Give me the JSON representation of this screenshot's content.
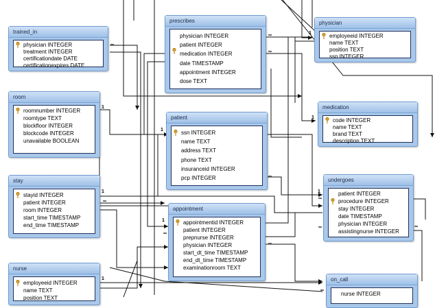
{
  "tables": {
    "trained_in": {
      "title": "trained_in",
      "fields": [
        "physician INTEGER",
        "treatment INTEGER",
        "certificationdate DATE",
        "certificationexpires DATE"
      ]
    },
    "room": {
      "title": "room",
      "fields": [
        "roomnumber INTEGER",
        "roomtype TEXT",
        "blockfloor INTEGER",
        "blockcode INTEGER",
        "unavailable BOOLEAN"
      ]
    },
    "stay": {
      "title": "stay",
      "fields": [
        "stayid INTEGER",
        "patient INTEGER",
        "room INTEGER",
        "start_time TIMESTAMP",
        "end_time TIMESTAMP"
      ]
    },
    "nurse": {
      "title": "nurse",
      "fields": [
        "employeeid INTEGER",
        "name TEXT",
        "position TEXT"
      ]
    },
    "prescribes": {
      "title": "prescribes",
      "fields": [
        "physician INTEGER",
        "patient INTEGER",
        "medication INTEGER",
        "date TIMESTAMP",
        "appointment INTEGER",
        "dose TEXT"
      ]
    },
    "patient": {
      "title": "patient",
      "fields": [
        "ssn INTEGER",
        "name TEXT",
        "address TEXT",
        "phone TEXT",
        "insuranceid INTEGER",
        "pcp INTEGER"
      ]
    },
    "appointment": {
      "title": "appointment",
      "fields": [
        "appointmentid INTEGER",
        "patient INTEGER",
        "prepnurse INTEGER",
        "physician INTEGER",
        "start_dt_time TIMESTAMP",
        "end_dt_time TIMESTAMP",
        "examinationroom TEXT"
      ]
    },
    "physician": {
      "title": "physician",
      "fields": [
        "employeeid INTEGER",
        "name TEXT",
        "position TEXT",
        "ssn INTEGER"
      ]
    },
    "medication": {
      "title": "medication",
      "fields": [
        "code INTEGER",
        "name TEXT",
        "brand TEXT",
        "description TEXT"
      ]
    },
    "undergoes": {
      "title": "undergoes",
      "fields": [
        "patient INTEGER",
        "procedure INTEGER",
        "stay INTEGER",
        "date TIMESTAMP",
        "physician INTEGER",
        "assistingnurse INTEGER"
      ]
    },
    "on_call": {
      "title": "on_call",
      "fields": [
        "nurse INTEGER"
      ]
    }
  },
  "marks": {
    "one": "1",
    "many": "∞"
  },
  "icons": {
    "key": "key-icon"
  },
  "colors": {
    "header": "#a9c8ea",
    "border": "#6f9bd0",
    "line": "#111111",
    "dashed": "#555555"
  }
}
